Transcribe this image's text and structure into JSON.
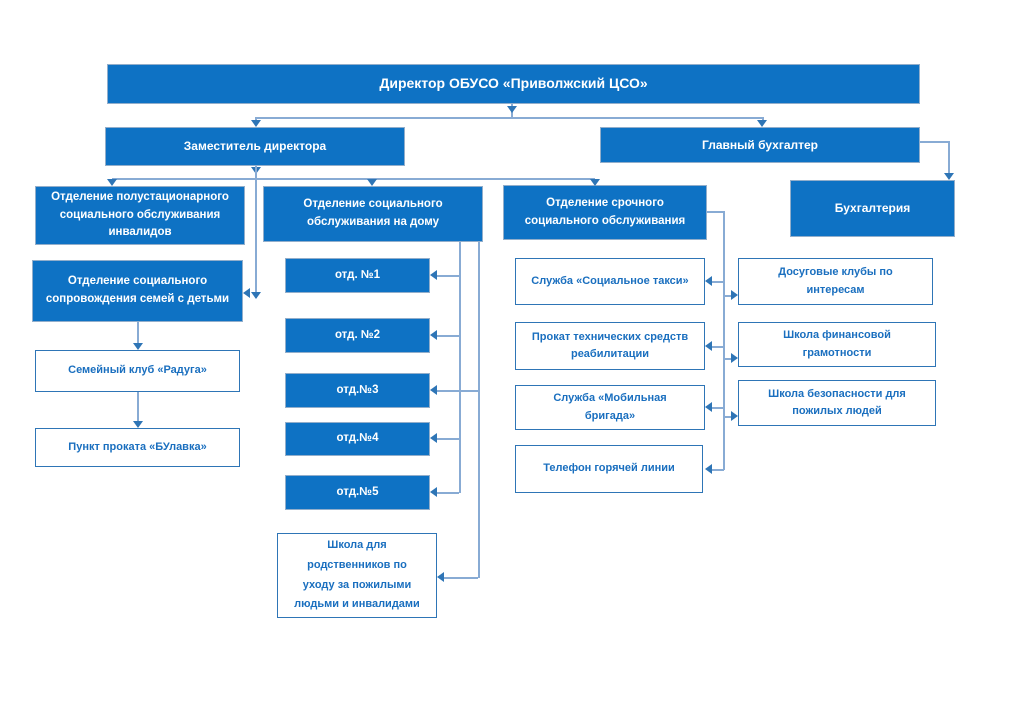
{
  "palette": {
    "box_fill_blue": "#0E72C4",
    "box_border_blue": "#2E75B6",
    "text_on_blue": "#FFFFFF",
    "text_blue": "#1A6FBF",
    "connector_line": "#88ABD4",
    "arrowhead": "#2E75B6",
    "background": "#FFFFFF"
  },
  "org": {
    "director": "Директор ОБУСО «Приволжский ЦСО»",
    "deputy": "Заместитель директора",
    "chief_accountant": "Главный бухгалтер",
    "accounting": "Бухгалтерия",
    "departments": {
      "semi_stationary": "Отделение полустационарного социального обслуживания инвалидов",
      "home_care": "Отделение социального обслуживания на дому",
      "urgent": "Отделение срочного социального обслуживания",
      "family_support": "Отделение социального сопровождения семей с детьми"
    },
    "family_branch": {
      "club": "Семейный клуб «Радуга»",
      "rental": "Пункт проката «БУлавка»"
    },
    "home_care_units": [
      "отд. №1",
      "отд. №2",
      "отд.№3",
      "отд.№4",
      "отд.№5"
    ],
    "home_care_school": "Школа для родственников по уходу за пожилыми людьми и инвалидами",
    "urgent_services": {
      "taxi": "Служба «Социальное такси»",
      "equipment_rental": "Прокат технических средств реабилитации",
      "mobile_brigade": "Служба «Мобильная бригада»",
      "hotline": "Телефон горячей линии"
    },
    "programs": {
      "leisure_clubs": "Досуговые клубы по интересам",
      "finance_school": "Школа финансовой грамотности",
      "safety_school": "Школа безопасности для пожилых людей"
    }
  }
}
